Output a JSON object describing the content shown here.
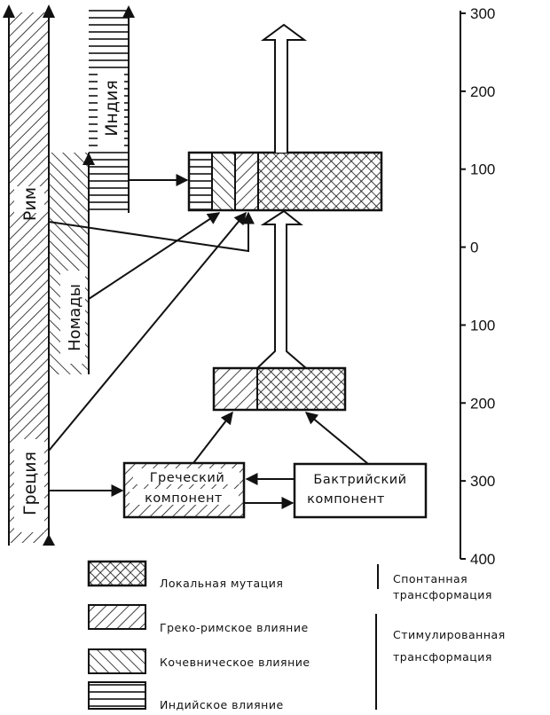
{
  "regions": {
    "rome": "Рим",
    "greece": "Греция",
    "nomads": "Номады",
    "india": "Индия"
  },
  "boxes": {
    "greek_line1": "Греческий",
    "greek_line2": "компонент",
    "bactrian_line1": "Бактрийский",
    "bactrian_line2": "компонент"
  },
  "axis": {
    "ticks": [
      "300",
      "200",
      "100",
      "0",
      "100",
      "200",
      "300",
      "400"
    ]
  },
  "legend": {
    "items": [
      {
        "pattern": "cross-hatch",
        "label": "Локальная мутация"
      },
      {
        "pattern": "forward-diagonal",
        "label": "Греко-римское влияние"
      },
      {
        "pattern": "back-diagonal",
        "label": "Кочевническое влияние"
      },
      {
        "pattern": "horizontal",
        "label": "Индийское влияние"
      }
    ],
    "groups": [
      {
        "line1": "Спонтанная",
        "line2": "трансформация"
      },
      {
        "line1": "Стимулированная",
        "line2": "трансформация"
      }
    ]
  },
  "colors": {
    "ink": "#111111",
    "paper": "#ffffff"
  }
}
